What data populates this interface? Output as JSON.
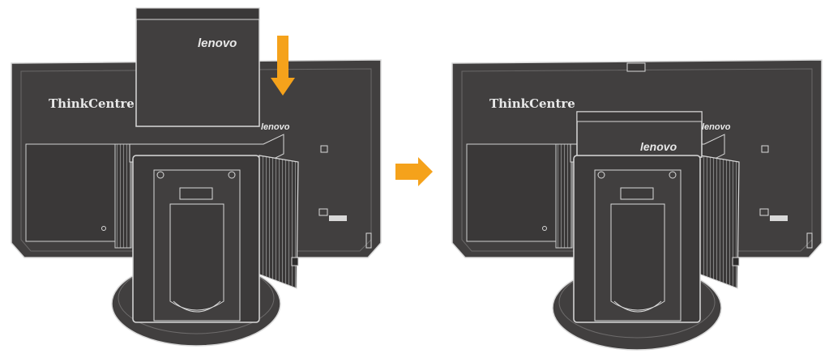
{
  "colors": {
    "monitor_body": "#413f3f",
    "monitor_dark": "#2e2d2d",
    "outline": "#d9d9d9",
    "arrow": "#f5a21b",
    "background": "#ffffff"
  },
  "left_panel": {
    "step": "before",
    "brand_label": "ThinkCentre",
    "pc_logo": "lenovo",
    "monitor_logo": "lenovo",
    "arrow_direction": "down"
  },
  "transition_arrow": {
    "direction": "right"
  },
  "right_panel": {
    "step": "after",
    "brand_label": "ThinkCentre",
    "pc_logo": "lenovo",
    "monitor_logo": "lenovo"
  },
  "icons": [
    "down-arrow-icon",
    "right-arrow-icon"
  ]
}
